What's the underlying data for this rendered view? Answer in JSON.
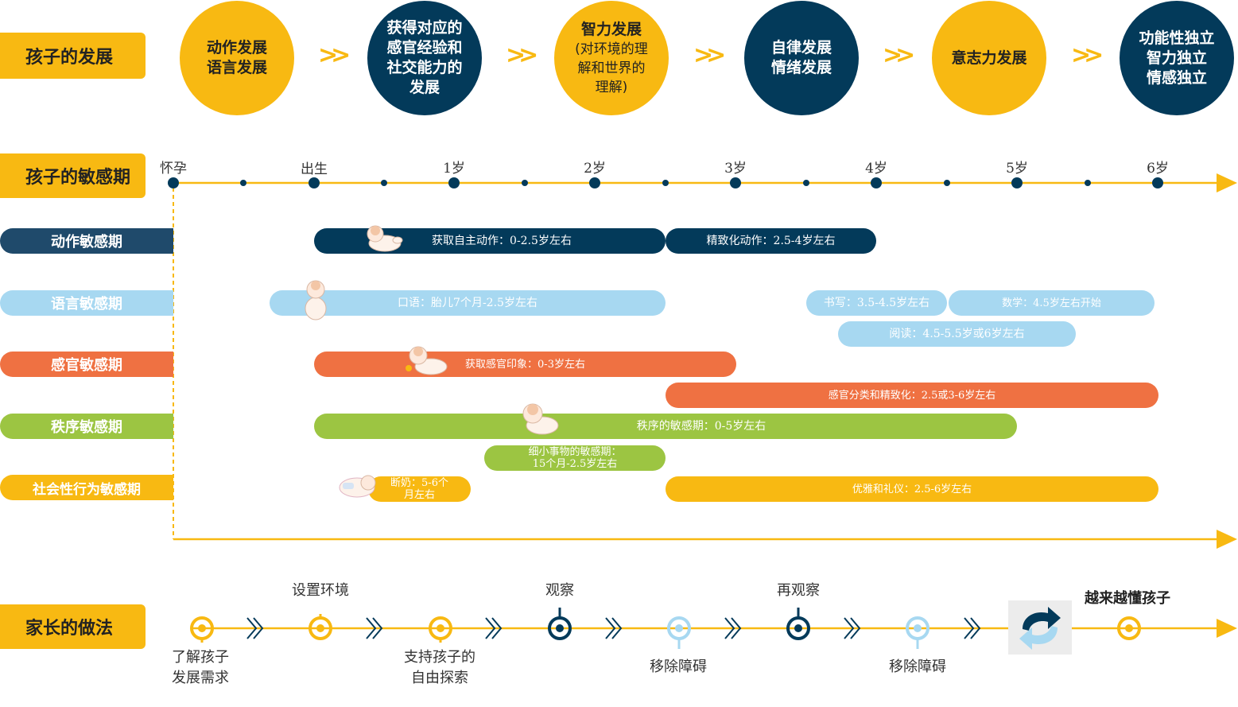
{
  "colors": {
    "yellow": "#f8b912",
    "navy": "#033a5a",
    "motion": "#1f4a6b",
    "language": "#a7d8f1",
    "sensory": "#ef7142",
    "order": "#9cc542",
    "social": "#f8b912"
  },
  "row1": {
    "label": "孩子的发展",
    "stages": [
      {
        "text": "动作发展\n语言发展"
      },
      {
        "text": "获得对应的\n感官经验和\n社交能力的\n发展"
      },
      {
        "text": "智力发展",
        "sub": "(对环境的理\n解和世界的\n理解)"
      },
      {
        "text": "自律发展\n情绪发展"
      },
      {
        "text": "意志力发展"
      },
      {
        "text": "功能性独立\n智力独立\n情感独立"
      }
    ]
  },
  "row2": {
    "label": "孩子的敏感期",
    "ticks": [
      "怀孕",
      "出生",
      "1岁",
      "2岁",
      "3岁",
      "4岁",
      "5岁",
      "6岁"
    ]
  },
  "categories": [
    {
      "name": "动作敏感期"
    },
    {
      "name": "语言敏感期"
    },
    {
      "name": "感官敏感期"
    },
    {
      "name": "秩序敏感期"
    },
    {
      "name": "社会性行为敏感期"
    }
  ],
  "bars": {
    "motion_1": "获取自主动作：0-2.5岁左右",
    "motion_2": "精致化动作：2.5-4岁左右",
    "lang_1": "口语：胎儿7个月-2.5岁左右",
    "lang_2": "书写：3.5-4.5岁左右",
    "lang_3": "数学：4.5岁左右开始",
    "lang_4": "阅读：4.5-5.5岁或6岁左右",
    "sense_1": "获取感官印象：0-3岁左右",
    "sense_2": "感官分类和精致化：2.5或3-6岁左右",
    "order_1": "秩序的敏感期：0-5岁左右",
    "order_2": "细小事物的敏感期：\n15个月-2.5岁左右",
    "social_1": "断奶：5-6个\n月左右",
    "social_2": "优雅和礼仪：2.5-6岁左右"
  },
  "row3": {
    "label": "家长的做法",
    "top_labels": [
      "设置环境",
      "观察",
      "再观察",
      "越来越懂孩子"
    ],
    "bottom_labels": [
      "了解孩子\n发展需求",
      "支持孩子的\n自由探索",
      "移除障碍",
      "移除障碍"
    ]
  }
}
